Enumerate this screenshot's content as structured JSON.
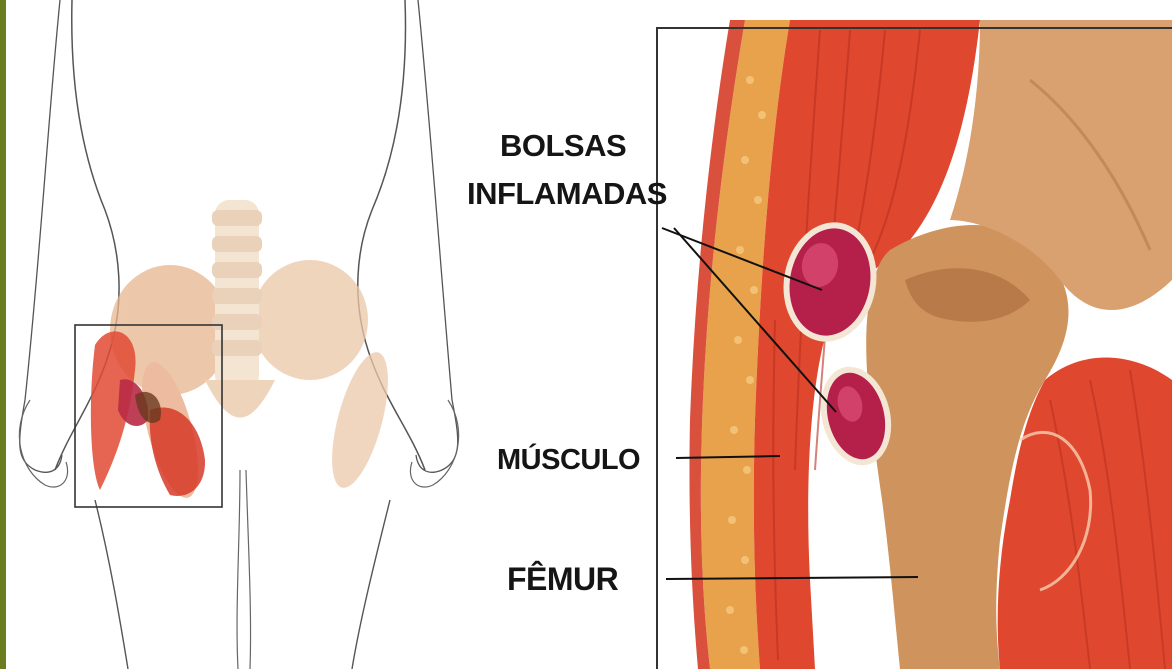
{
  "labels": {
    "bursae_line1": "BOLSAS",
    "bursae_line2": "INFLAMADAS",
    "muscle": "MÚSCULO",
    "femur": "FÊMUR"
  },
  "colors": {
    "muscle": "#e0472f",
    "bone": "#d9a070",
    "bursa": "#b5204a",
    "fat": "#e9a24c",
    "outline": "#2a2a2a",
    "frame_edge": "#6b7d1e"
  }
}
